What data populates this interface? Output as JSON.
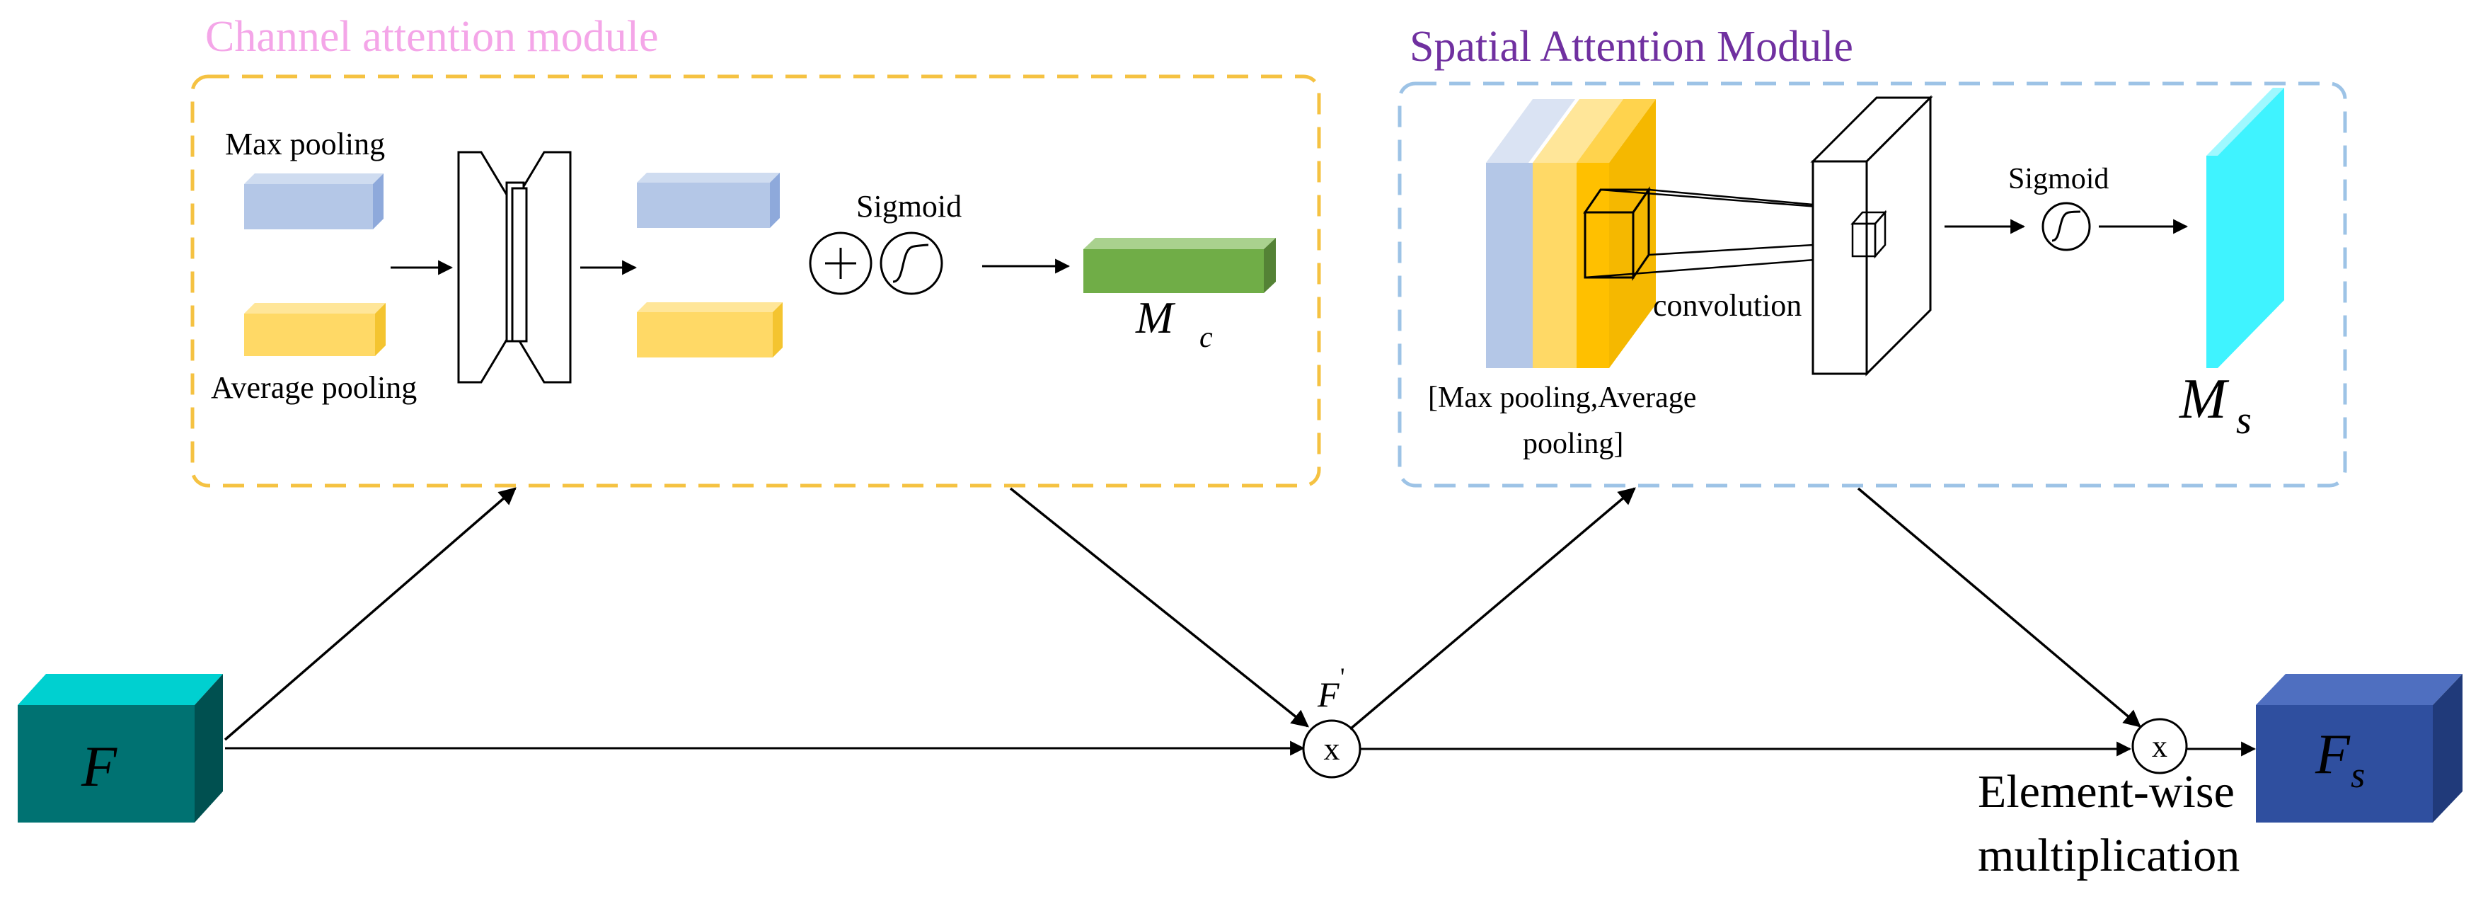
{
  "channel_module": {
    "title": "Channel attention module",
    "max_pooling": "Max pooling",
    "average_pooling": "Average pooling",
    "sigmoid": "Sigmoid",
    "mc_letter": "M",
    "mc_sub": "c"
  },
  "spatial_module": {
    "title": "Spatial Attention Module",
    "pool_label_line1": "[Max pooling,Average",
    "pool_label_line2": "pooling]",
    "convolution": "convolution",
    "sigmoid": "Sigmoid",
    "ms_letter": "M",
    "ms_sub": "s"
  },
  "flow": {
    "input": "F",
    "intermediate": "F",
    "intermediate_prime": "'",
    "multiply_symbol": "x",
    "output_letter": "F",
    "output_sub": "s",
    "elementwise_line1": "Element-wise",
    "elementwise_line2": "multiplication"
  },
  "colors": {
    "channel_title": "#f4a6e8",
    "spatial_title": "#7030a0",
    "channel_border": "#f5c242",
    "spatial_border": "#9dc3e6",
    "max_pool_block": "#b4c7e7",
    "avg_pool_block": "#ffd966",
    "mc_block": "#70ad47",
    "ms_block": "#3ff3ff",
    "input_block": "#007272",
    "output_block": "#2f4f9f"
  }
}
